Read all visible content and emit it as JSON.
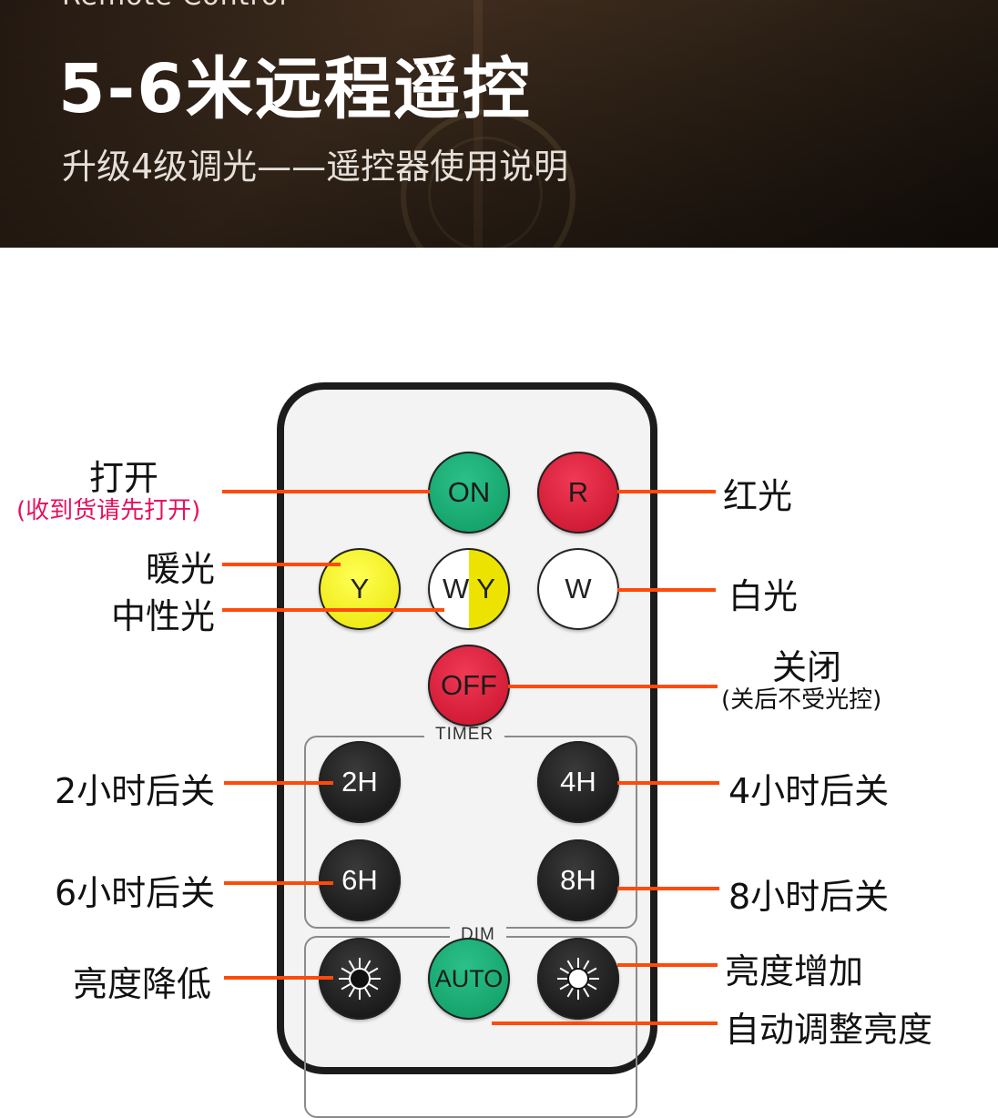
{
  "banner": {
    "english": "Remote Control",
    "title": "5-6米远程遥控",
    "subtitle": "升级4级调光——遥控器使用说明"
  },
  "remote": {
    "buttons": {
      "on": "ON",
      "r": "R",
      "y": "Y",
      "wy_w": "W",
      "wy_y": "Y",
      "w": "W",
      "off": "OFF",
      "h2": "2H",
      "h4": "4H",
      "h6": "6H",
      "h8": "8H",
      "auto": "AUTO"
    },
    "groups": {
      "timer": "TIMER",
      "dim": "DIM"
    }
  },
  "labels": {
    "on": "打开",
    "on_note": "(收到货请先打开)",
    "red": "红光",
    "warm": "暖光",
    "neutral": "中性光",
    "white": "白光",
    "off": "关闭",
    "off_note": "(关后不受光控)",
    "h2": "2小时后关",
    "h4": "4小时后关",
    "h6": "6小时后关",
    "h8": "8小时后关",
    "dim_down": "亮度降低",
    "dim_up": "亮度增加",
    "auto": "自动调整亮度"
  },
  "colors": {
    "leader_line": "#ff4a0a",
    "note_pink": "#e8105e",
    "on_green": "#0d9a5f",
    "red": "#c6102a",
    "yellow": "#e9e300"
  }
}
